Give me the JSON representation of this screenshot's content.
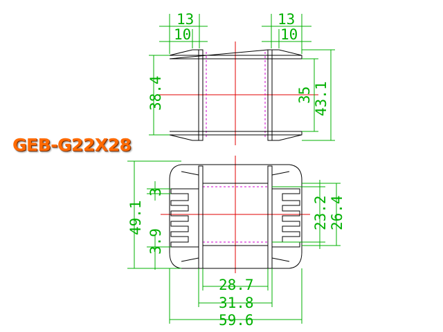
{
  "title": "GEB-G22X28",
  "colors": {
    "outline": "#000000",
    "dimension": "#00b000",
    "centerline": "#e00000",
    "hidden_line": "#d000d0",
    "title": "#ff6a00"
  },
  "top_view": {
    "dims": {
      "left_outer": "13",
      "left_inner": "10",
      "right_outer": "13",
      "right_inner": "10",
      "height_left": "38.4",
      "height_inner_right": "35",
      "height_outer_right": "43.1"
    }
  },
  "bottom_view": {
    "dims": {
      "overall_height": "49.1",
      "slot": "3",
      "slot_gap": "3.9",
      "inner_height": "23.2",
      "outer_height": "26.4",
      "width_inner": "28.7",
      "width_mid": "31.8",
      "width_overall": "59.6"
    }
  }
}
